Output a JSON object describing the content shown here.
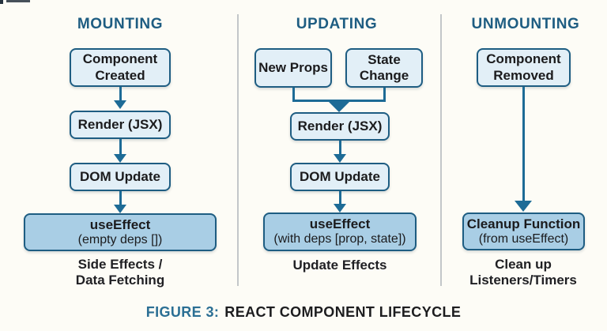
{
  "diagram": {
    "mounting": {
      "title": "MOUNTING",
      "box_component_created": "Component Created",
      "box_render": "Render (JSX)",
      "box_dom": "DOM Update",
      "useeffect_title": "useEffect",
      "useeffect_sub": "(empty deps [])",
      "label_line1": "Side Effects /",
      "label_line2": "Data Fetching"
    },
    "updating": {
      "title": "UPDATING",
      "box_new_props": "New Props",
      "box_state_change": "State Change",
      "box_render": "Render (JSX)",
      "box_dom": "DOM Update",
      "useeffect_title": "useEffect",
      "useeffect_sub": "(with deps [prop, state])",
      "label": "Update Effects"
    },
    "unmounting": {
      "title": "UNMOUNTING",
      "box_component_removed": "Component Removed",
      "cleanup_title": "Cleanup Function",
      "cleanup_sub": "(from useEffect)",
      "label_line1": "Clean up",
      "label_line2": "Listeners/Timers"
    }
  },
  "caption": {
    "figure_label": "FIGURE 3:",
    "title": "REACT COMPONENT LIFECYCLE"
  },
  "colors": {
    "background": "#fdfcf6",
    "header_text": "#1e5d82",
    "box_border": "#1e5d82",
    "box_fill_light": "#e2eff7",
    "box_fill_accent": "#a9cee5",
    "arrow": "#1d6b96",
    "divider": "#c3c7c9",
    "caption_accent": "#2b6f94",
    "text_dark": "#1d1d1f"
  }
}
